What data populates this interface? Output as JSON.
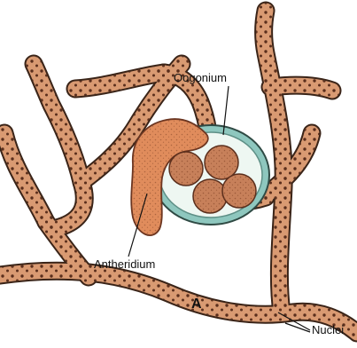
{
  "labels": {
    "oogonium": "Oogonium",
    "antheridium": "Antheridium",
    "nuclei": "Nuclei",
    "figure_letter": "A"
  },
  "colors": {
    "hypha_fill": "#d99a72",
    "hypha_outline": "#3a2418",
    "nucleus_dot": "#5a2e1c",
    "antheridium_fill": "#e08c5c",
    "oogonium_wall": "#8ec7be",
    "oogonium_inner": "#eef7f2",
    "oosphere_fill": "#c7805a"
  }
}
